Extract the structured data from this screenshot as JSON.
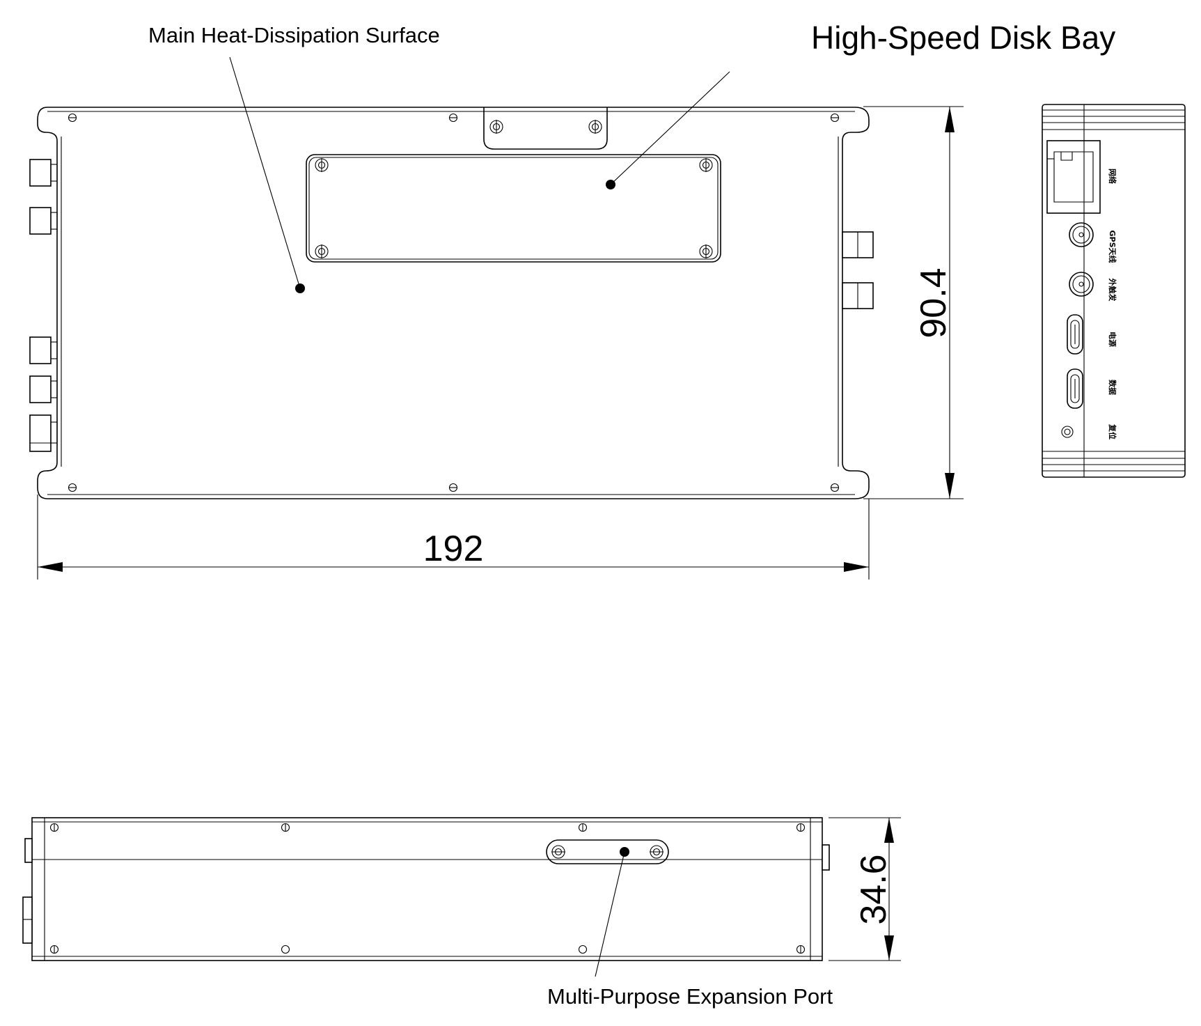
{
  "title": "High-Speed Disk Bay",
  "callouts": {
    "heat_surface": "Main Heat-Dissipation Surface",
    "expansion_port": "Multi-Purpose Expansion Port"
  },
  "dimensions": {
    "length": "192",
    "width": "90.4",
    "height": "34.6"
  },
  "port_labels": {
    "network": "网络",
    "gps_antenna": "GPS天线",
    "external_trigger": "外触发",
    "power": "电源",
    "data": "数据",
    "reset": "复位"
  }
}
